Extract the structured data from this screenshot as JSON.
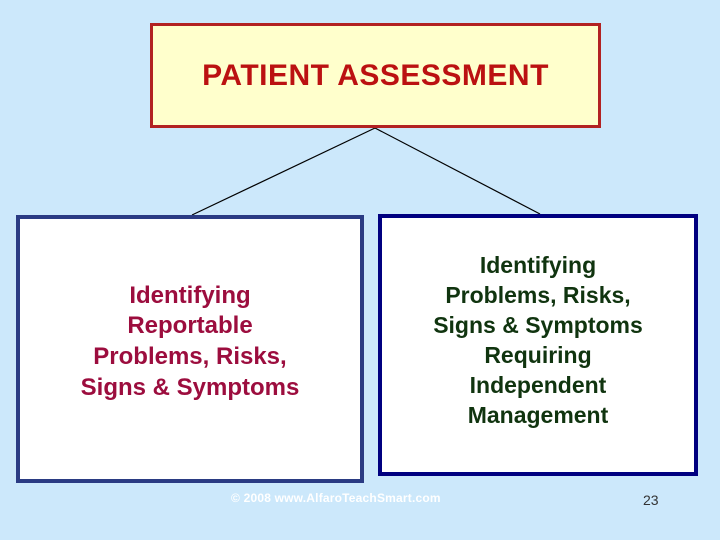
{
  "slide": {
    "background_color": "#cce8fb",
    "page_number": "23",
    "copyright": "© 2008  www.AlfaroTeachSmart.com"
  },
  "title_box": {
    "text": "PATIENT ASSESSMENT",
    "fill_color": "#ffffcc",
    "border_color": "#b22222",
    "text_color": "#bb1111"
  },
  "boxes": [
    {
      "id": "left",
      "text": "Identifying\nReportable\nProblems, Risks,\nSigns & Symptoms",
      "fill_color": "#ffffff",
      "border_color": "#2a3b83",
      "text_color": "#9c0d3e"
    },
    {
      "id": "right",
      "text": "Identifying\nProblems, Risks,\nSigns & Symptoms\nRequiring\nIndependent\nManagement",
      "fill_color": "#ffffff",
      "border_color": "#000080",
      "text_color": "#10340f"
    }
  ],
  "connectors": {
    "line_color": "#000000",
    "description": "two diagonal lines from bottom-center of title box to top of each content box"
  }
}
